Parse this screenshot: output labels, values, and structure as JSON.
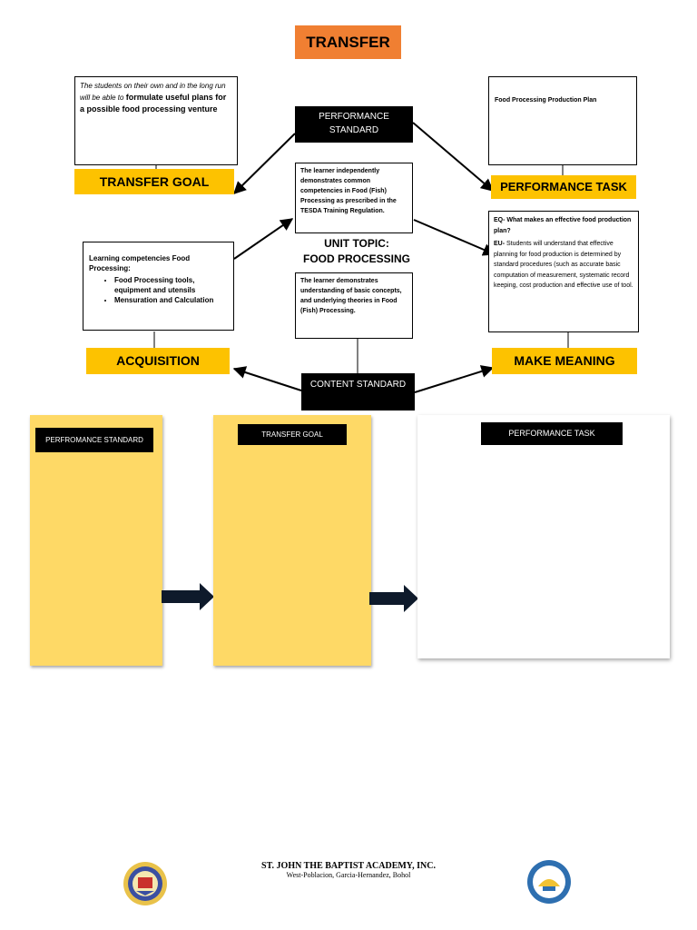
{
  "title": "TRANSFER",
  "transfer_goal_text_italic": "The students on their own and in the long run will be able to",
  "transfer_goal_text_bold": "formulate useful plans for a possible food processing venture",
  "transfer_goal_label": "TRANSFER GOAL",
  "performance_standard_label": "PERFORMANCE STANDARD",
  "performance_standard_text": "The learner independently demonstrates common competencies in Food (Fish) Processing as prescribed in the TESDA Training Regulation.",
  "performance_task_text": "Food Processing Production Plan",
  "performance_task_label": "PERFORMANCE TASK",
  "unit_topic_label": "UNIT TOPIC:",
  "unit_topic_value": "FOOD PROCESSING",
  "learning_competencies": {
    "heading": "Learning competencies Food Processing:",
    "items": [
      "Food Processing tools, equipment and utensils",
      "Mensuration and Calculation"
    ]
  },
  "content_standard_text": "The learner demonstrates understanding of basic concepts, and underlying theories in Food (Fish) Processing.",
  "eq_label": "EQ-",
  "eq_text": "What makes an effective food production plan?",
  "eu_label": "EU-",
  "eu_text": "Students will understand that effective planning for food production is determined by standard procedures (such as accurate basic computation of measurement, systematic record keeping, cost production and effective use of tool.",
  "acquisition_label": "ACQUISITION",
  "make_meaning_label": "MAKE MEANING",
  "content_standard_label": "CONTENT STANDARD",
  "panels": {
    "left_label": "PERFROMANCE STANDARD",
    "middle_label": "TRANSFER GOAL",
    "right_label": "PERFORMANCE TASK"
  },
  "footer": {
    "school_name": "ST. JOHN THE BAPTIST ACADEMY, INC.",
    "address": "West-Poblacion, Garcia-Hernandez, Bohol"
  },
  "colors": {
    "title_orange": "#f07f32",
    "label_yellow": "#fdc200",
    "panel_yellow": "#fed966",
    "header_black": "#000000"
  }
}
